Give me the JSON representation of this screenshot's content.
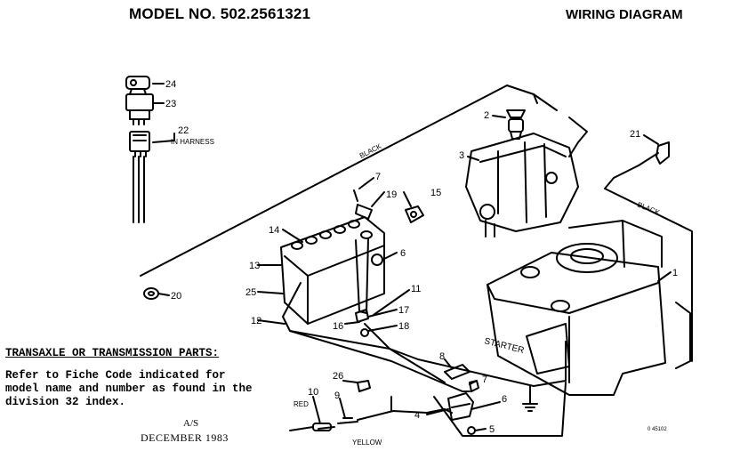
{
  "header": {
    "model": "MODEL NO. 502.2561321",
    "title": "WIRING DIAGRAM"
  },
  "notes": {
    "heading": "TRANSAXLE OR TRANSMISSION PARTS:",
    "line1": "Refer to Fiche Code indicated for",
    "line2": "model name and number as found in the",
    "line3": "division 32 index.",
    "as": "A/S",
    "date": "DECEMBER 1983"
  },
  "part_labels": {
    "p24": "24",
    "p23": "23",
    "p22": "22",
    "in_harness": "IN HARNESS",
    "p2": "2",
    "p21": "21",
    "p3": "3",
    "p7a": "7",
    "p19": "19",
    "p15": "15",
    "p14": "14",
    "p6": "6",
    "p13": "13",
    "p1": "1",
    "p25": "25",
    "p20": "20",
    "p11": "11",
    "p17": "17",
    "p12": "12",
    "p16": "16",
    "p18": "18",
    "p8": "8",
    "p26": "26",
    "p7b": "7",
    "p10": "10",
    "p9": "9",
    "p6b": "6",
    "p4": "4",
    "p5": "5"
  },
  "wire_labels": {
    "black1": "BLACK",
    "black2": "BLACK",
    "red": "RED",
    "yellow": "YELLOW",
    "starter": "STARTER"
  },
  "figure_code": "0 45102"
}
